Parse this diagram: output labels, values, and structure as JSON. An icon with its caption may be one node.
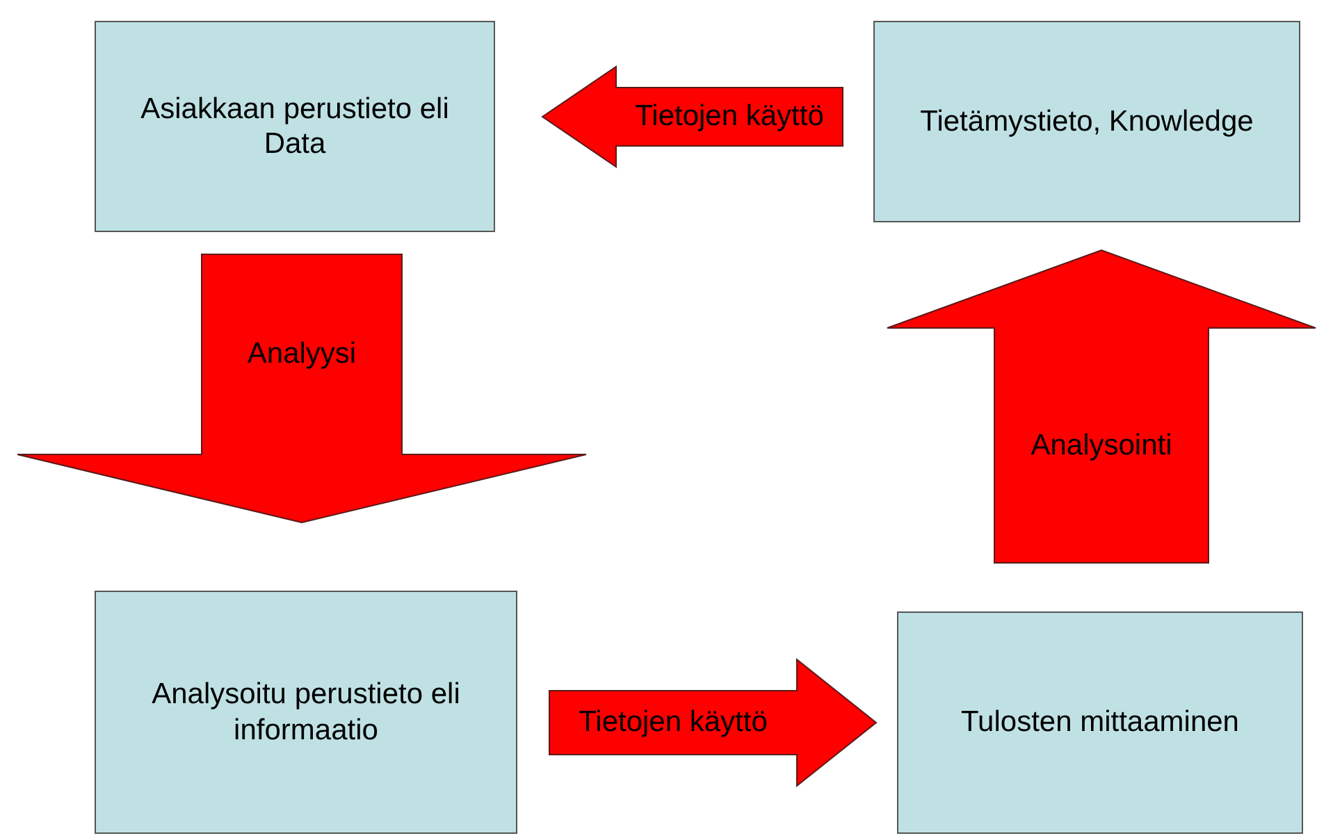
{
  "diagram": {
    "nodes": [
      {
        "text": [
          "Asiakkaan perustieto eli Data"
        ]
      },
      {
        "text": [
          "Tietämystieto, Knowledge"
        ]
      },
      {
        "text": [
          "Analysoitu perustieto eli informaatio"
        ]
      },
      {
        "text": [
          "Tulosten mittaaminen"
        ]
      }
    ],
    "edges": [
      {
        "from": 1,
        "to": 0,
        "arrow": "to",
        "label": "Tietojen käyttö"
      },
      {
        "from": 0,
        "to": 2,
        "arrow": "to",
        "label": "Analyysi"
      },
      {
        "from": 2,
        "to": 3,
        "arrow": "to",
        "label": "Tietojen käyttö"
      },
      {
        "from": 3,
        "to": 1,
        "arrow": "to",
        "label": "Analysointi"
      }
    ]
  }
}
